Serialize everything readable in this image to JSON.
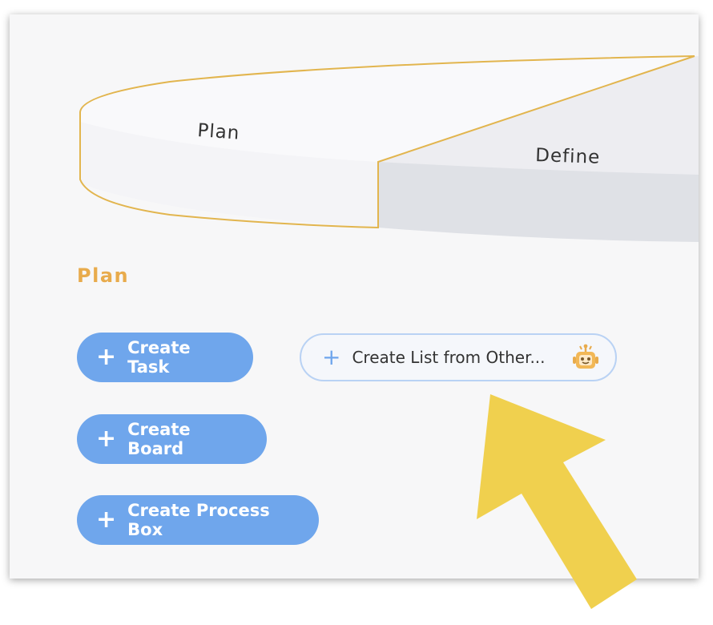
{
  "wheel": {
    "segments": [
      {
        "label": "Plan"
      },
      {
        "label": "Define"
      }
    ]
  },
  "section": {
    "title": "Plan"
  },
  "buttons": {
    "create_task": "Create Task",
    "create_board": "Create Board",
    "create_process_box": "Create Process Box",
    "create_list_other": "Create List from Other..."
  },
  "icons": {
    "plus": "+",
    "robot": "robot-icon",
    "arrow": "yellow-arrow-annotation"
  },
  "colors": {
    "accent_blue": "#6fa6ec",
    "section_orange": "#e8ab4c",
    "wheel_outline": "#e2b54e",
    "arrow_yellow": "#f0d04e"
  }
}
